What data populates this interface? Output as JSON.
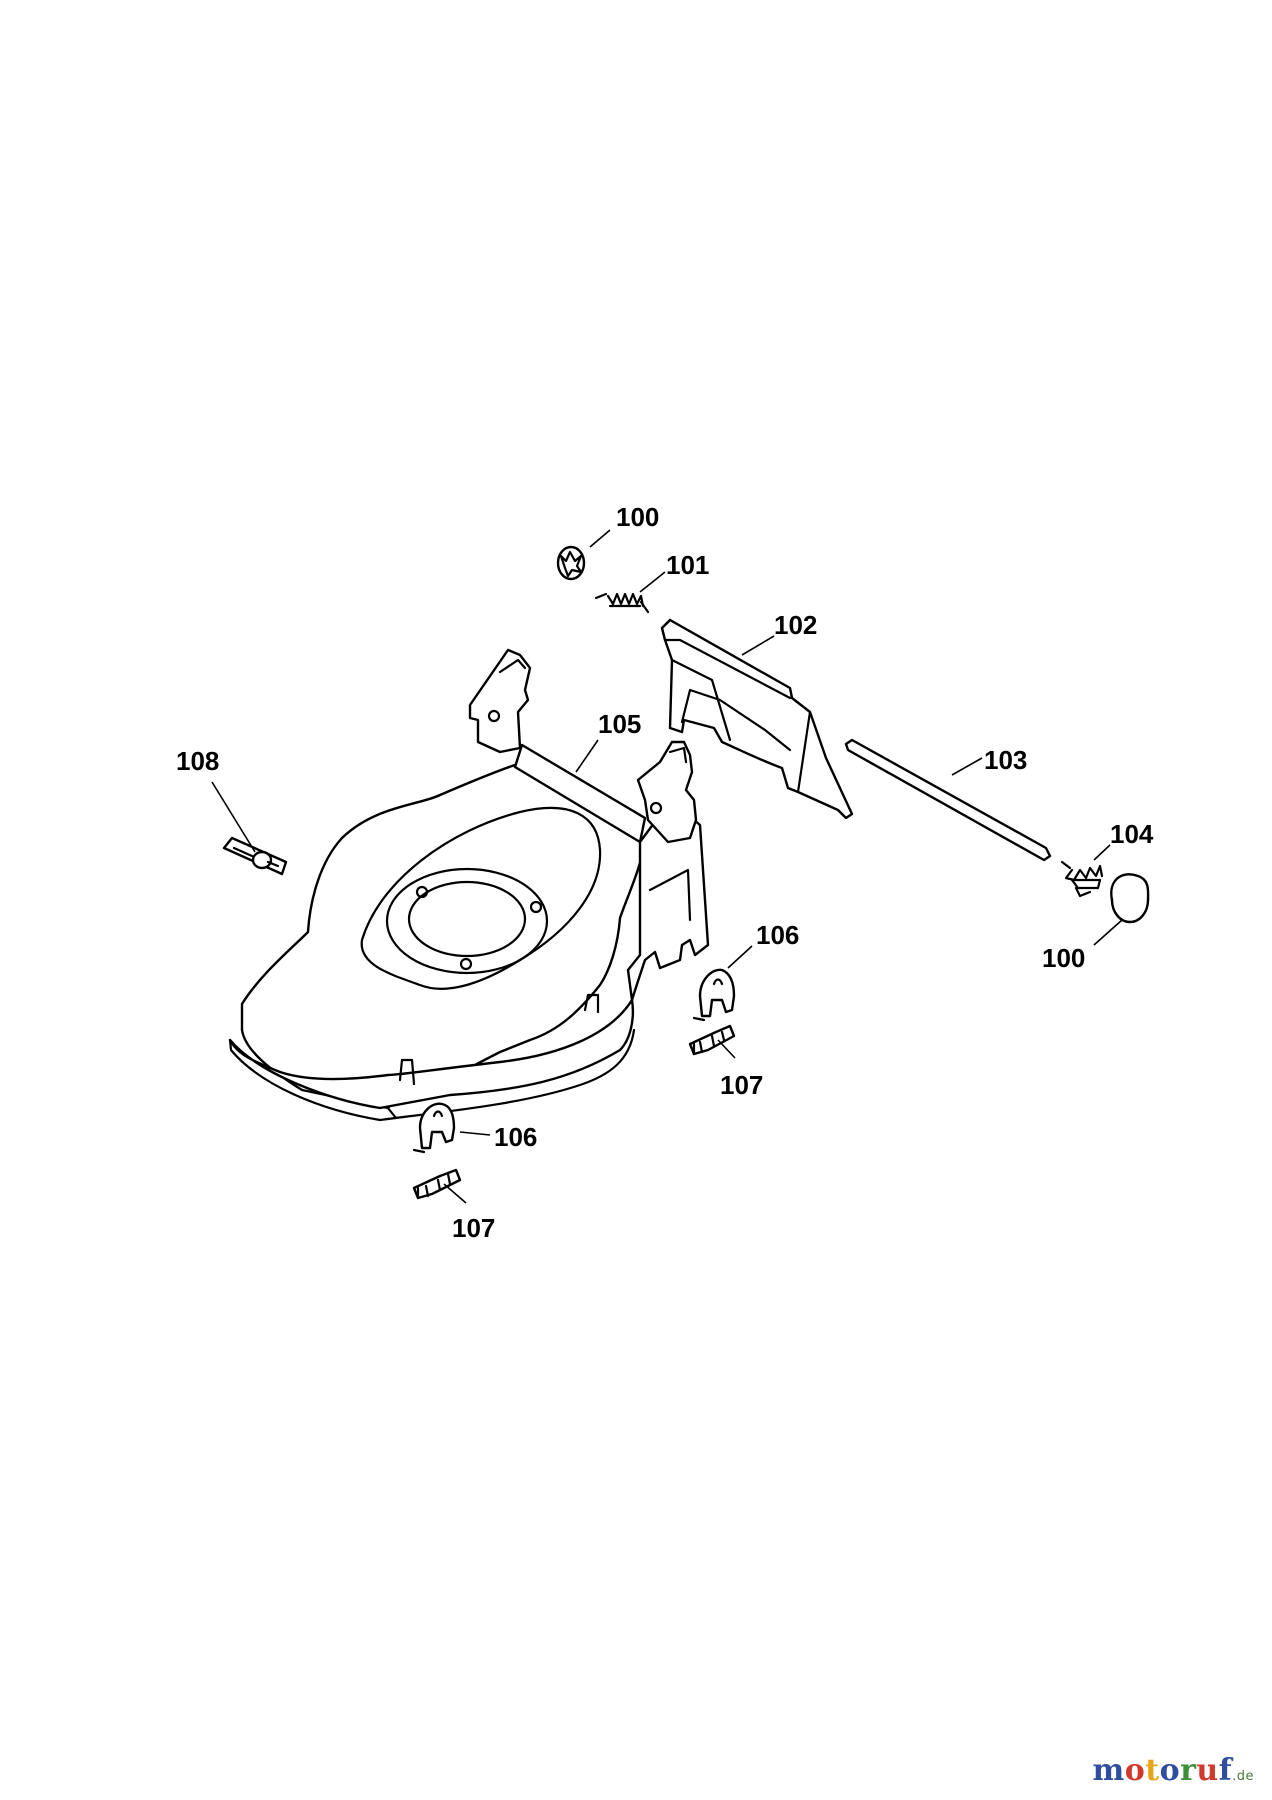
{
  "callouts": {
    "p100_top": "100",
    "p101": "101",
    "p102": "102",
    "p103": "103",
    "p104": "104",
    "p100_right": "100",
    "p105": "105",
    "p106_right": "106",
    "p106_left": "106",
    "p107_right": "107",
    "p107_left": "107",
    "p108": "108"
  },
  "watermark": {
    "letters": [
      "m",
      "o",
      "t",
      "o",
      "r",
      "u",
      "f"
    ],
    "tld": ".de",
    "colors": [
      "#2f4f9e",
      "#d03a2c",
      "#e8a419",
      "#2f4f9e",
      "#3d8f3a",
      "#d03a2c",
      "#2f4f9e"
    ]
  }
}
